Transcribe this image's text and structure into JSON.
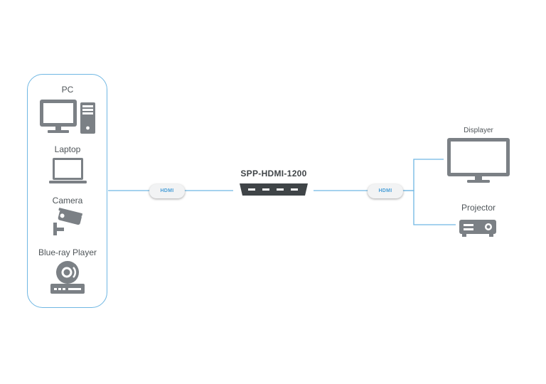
{
  "sources": {
    "pc_label": "PC",
    "laptop_label": "Laptop",
    "camera_label": "Camera",
    "bluray_label": "Blue-ray Player"
  },
  "splitter": {
    "model": "SPP-HDMI-1200"
  },
  "cables": {
    "input_label": "HDMI",
    "output_label": "HDMI"
  },
  "outputs": {
    "display_label": "Displayer",
    "projector_label": "Projector"
  },
  "colors": {
    "accent": "#6fb7e3",
    "icon": "#7b8085",
    "dark": "#3f4447"
  }
}
